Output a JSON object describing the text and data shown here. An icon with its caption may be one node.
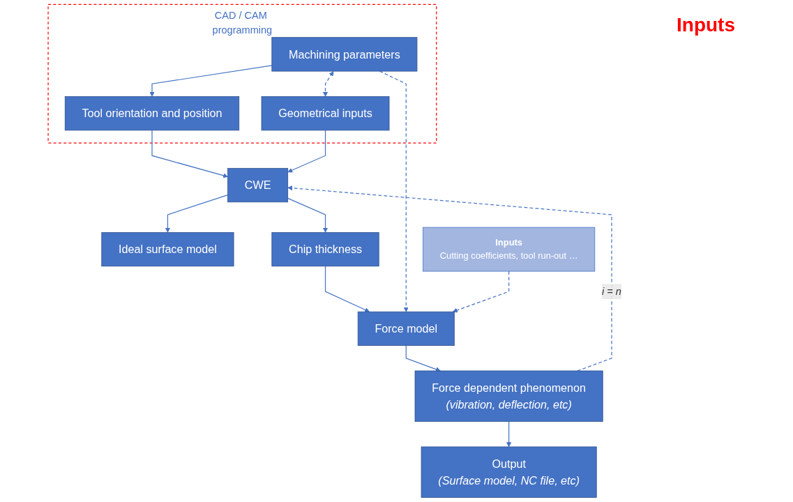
{
  "diagram": {
    "nodes": [
      {
        "text": [
          "CAD / CAM programming"
        ]
      },
      {
        "text": [
          "Machining parameters"
        ],
        "in": 0
      },
      {
        "text": [
          "Tool orientation and position"
        ],
        "in": 0
      },
      {
        "text": [
          "Geometrical inputs"
        ],
        "in": 0
      },
      {
        "text": [
          "Ideal surface model"
        ]
      },
      {
        "text": [
          "CWE"
        ]
      },
      {
        "text": [
          "Chip thickness"
        ]
      },
      {
        "text": [
          "Output",
          "(Surface model, NC file, etc)"
        ]
      },
      {
        "text": [
          "Force model"
        ]
      },
      {
        "text": [
          "Force dependent phenomenon",
          "(vibration, deflection, etc)"
        ]
      },
      {
        "text": [
          "Inputs",
          "Cutting coefficients, tool run-out …"
        ]
      }
    ],
    "edges": [
      {
        "from": 1,
        "to": 3,
        "arrow": "both",
        "style": "dashed"
      },
      {
        "from": 1,
        "to": 2,
        "arrow": "to"
      },
      {
        "from": 2,
        "to": 5,
        "arrow": "to"
      },
      {
        "from": 3,
        "to": 5,
        "arrow": "to"
      },
      {
        "from": 5,
        "to": 4,
        "arrow": "to"
      },
      {
        "from": 5,
        "to": 6,
        "arrow": "to"
      },
      {
        "from": 6,
        "to": 8,
        "arrow": "to"
      },
      {
        "from": 1,
        "to": 8,
        "arrow": "to",
        "style": "dashed"
      },
      {
        "from": 10,
        "to": 8,
        "arrow": "to",
        "style": "dashed"
      },
      {
        "from": 8,
        "to": 9,
        "arrow": "to"
      },
      {
        "from": 9,
        "to": 5,
        "arrow": "to",
        "style": "dashed",
        "label": "i = n"
      },
      {
        "from": 9,
        "to": 7,
        "arrow": "to"
      }
    ],
    "labels": [
      "Inputs"
    ]
  }
}
